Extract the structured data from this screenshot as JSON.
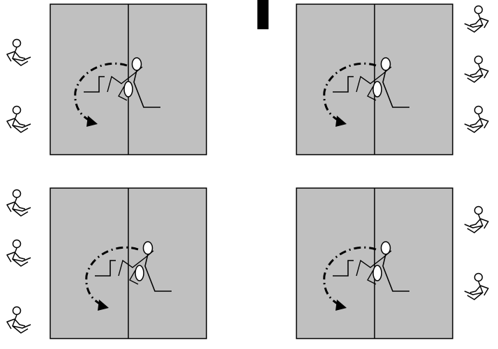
{
  "colors": {
    "panel_fill": "#c0c0c0",
    "stroke": "#000000",
    "background": "#ffffff",
    "marker": "#000000"
  },
  "panels": [
    {
      "id": "top-left",
      "watchers_side": "left",
      "watchers_count": 2,
      "icon": "rotating-door-panel"
    },
    {
      "id": "top-right",
      "watchers_side": "right",
      "watchers_count": 3,
      "icon": "rotating-door-panel"
    },
    {
      "id": "bottom-left",
      "watchers_side": "left",
      "watchers_count": 3,
      "icon": "rotating-door-panel"
    },
    {
      "id": "bottom-right",
      "watchers_side": "right",
      "watchers_count": 2,
      "icon": "rotating-door-panel"
    }
  ],
  "icons": {
    "figure": "seated-stick-figure-icon",
    "arrow": "dash-dot-curved-arrow-icon",
    "marker": "black-bar-marker"
  }
}
